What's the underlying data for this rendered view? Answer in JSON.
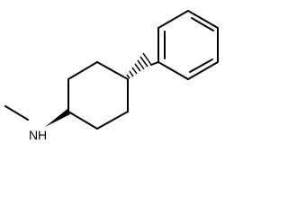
{
  "molecule": {
    "atoms": [
      {
        "element": "N",
        "label": "N"
      },
      {
        "element": "H",
        "label": "H"
      }
    ],
    "stereo": {
      "amine_carbon_bond": "wedge",
      "phenyl_carbon_bond": "hashed"
    },
    "colors": {
      "bond": "#000000",
      "label": "#000000",
      "background": "#ffffff"
    }
  }
}
